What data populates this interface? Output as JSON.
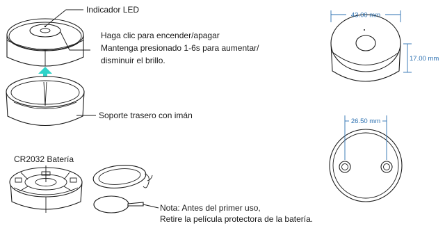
{
  "labels": {
    "led": "Indicador LED",
    "click": "Haga clic para encender/apagar",
    "hold_1": "Mantenga presionado 1-6s para aumentar/",
    "hold_2": "disminuir el brillo.",
    "back": "Soporte trasero con imán",
    "battery": "CR2032  Batería",
    "note_1": "Nota: Antes del primer uso,",
    "note_2": "Retire la película protectora de la batería."
  },
  "dimensions": {
    "diameter": "43.00 mm",
    "height": "17.00 mm",
    "magnet_spacing": "26.50 mm"
  },
  "colors": {
    "line": "#1a1a1a",
    "dimension": "#2a6fb0",
    "arrow": "#2fd3c9"
  }
}
